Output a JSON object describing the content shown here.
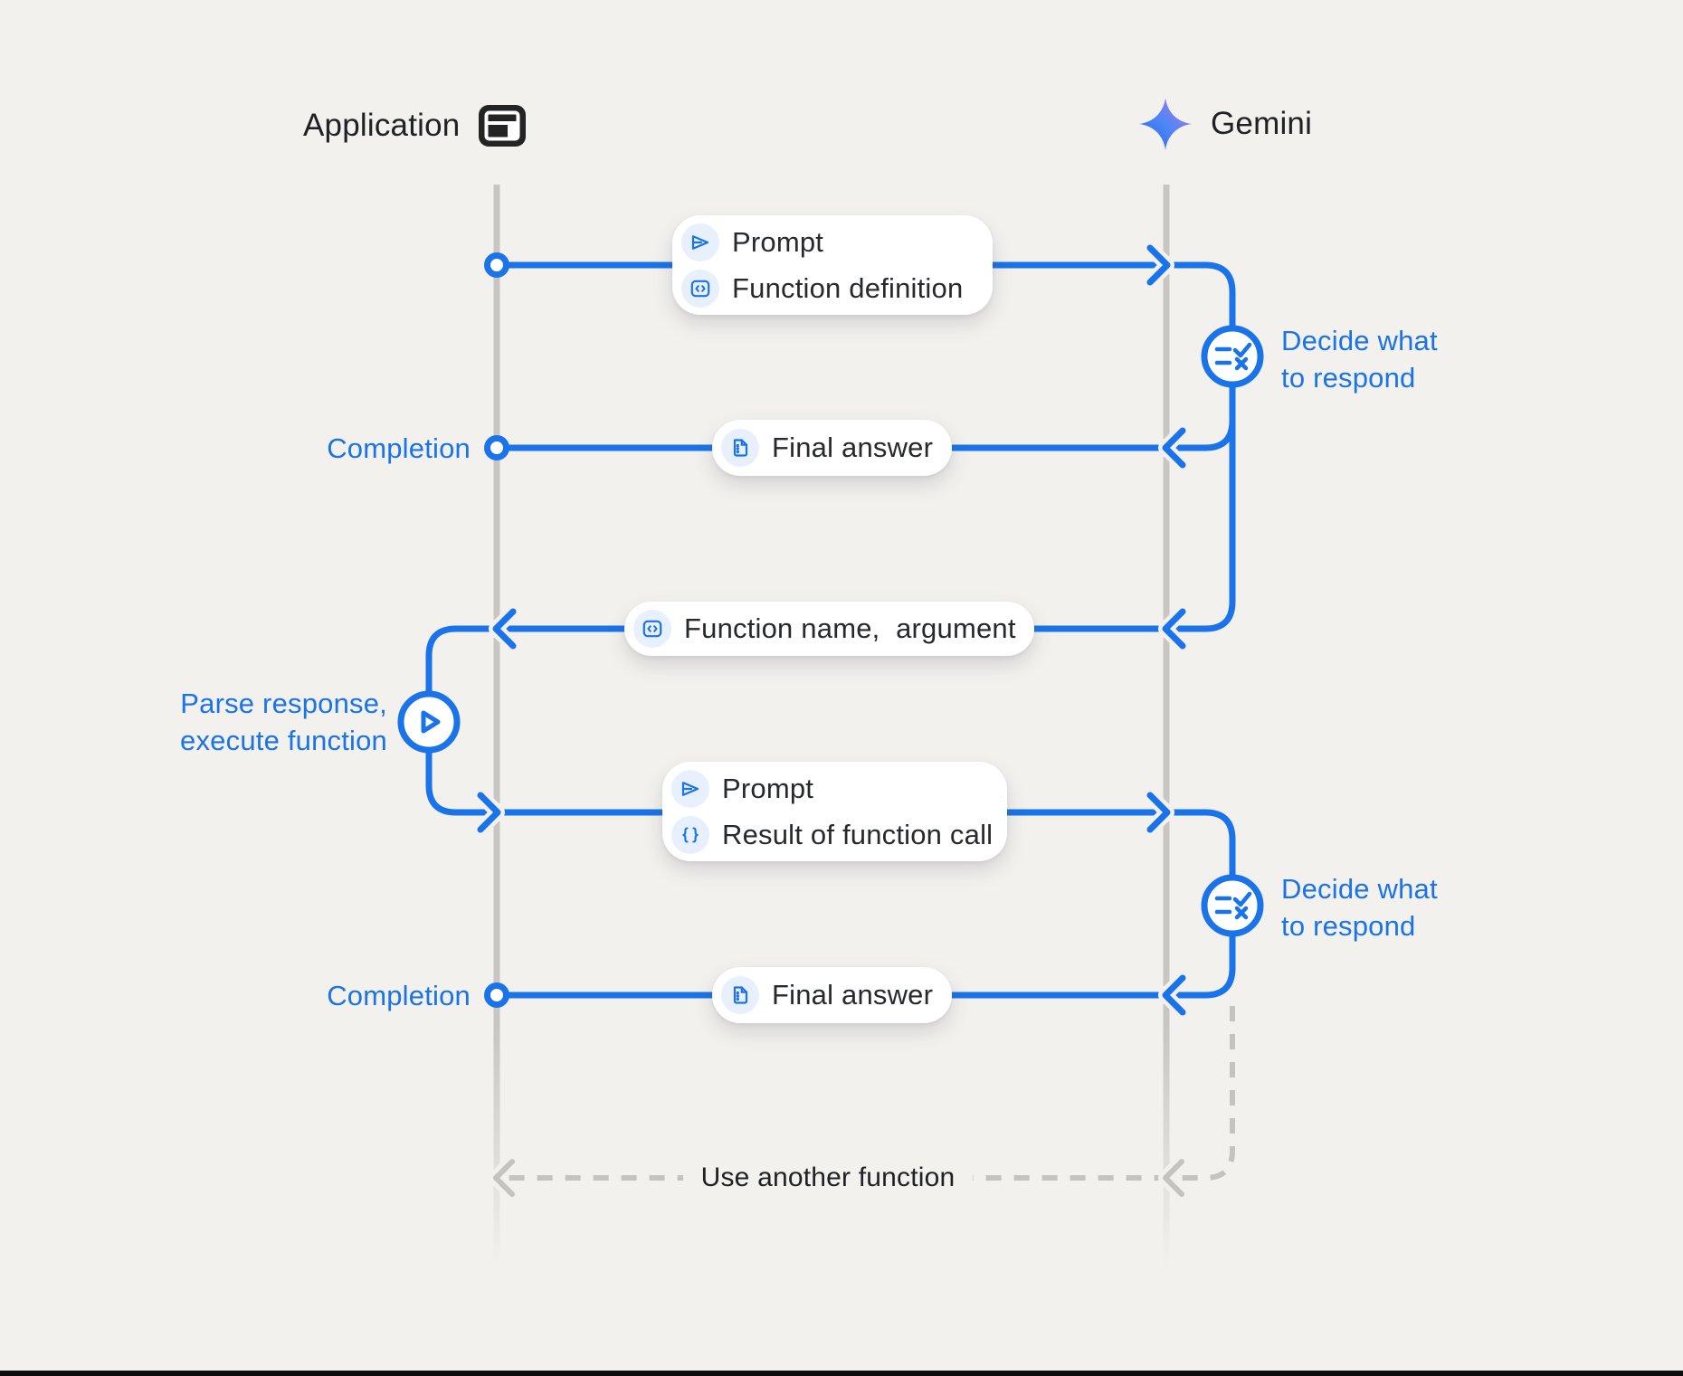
{
  "actors": {
    "application": {
      "label": "Application",
      "icon": "app-window-icon"
    },
    "gemini": {
      "label": "Gemini",
      "icon": "gemini-sparkle-icon"
    }
  },
  "messages": {
    "prompt_definition": {
      "rows": [
        {
          "icon": "send-icon",
          "label": "Prompt"
        },
        {
          "icon": "code-icon",
          "label": "Function definition"
        }
      ]
    },
    "final_answer_1": {
      "rows": [
        {
          "icon": "document-icon",
          "label": "Final answer"
        }
      ]
    },
    "function_name": {
      "rows": [
        {
          "icon": "code-icon",
          "label": "Function name,  argument"
        }
      ]
    },
    "prompt_result": {
      "rows": [
        {
          "icon": "send-icon",
          "label": "Prompt"
        },
        {
          "icon": "braces-icon",
          "label": "Result of function call"
        }
      ]
    },
    "final_answer_2": {
      "rows": [
        {
          "icon": "document-icon",
          "label": "Final answer"
        }
      ]
    }
  },
  "annotations": {
    "completion_1": "Completion",
    "completion_2": "Completion",
    "decide_1": {
      "line1": "Decide what",
      "line2": "to respond"
    },
    "decide_2": {
      "line1": "Decide what",
      "line2": "to respond"
    },
    "parse": {
      "line1": "Parse response,",
      "line2": "execute function"
    },
    "use_another": "Use another function"
  },
  "colors": {
    "line_blue": "#1a73e8",
    "icon_chip_bg": "#e8f0fe",
    "lifeline_gray": "#c9c6c2",
    "background": "#f2f1ee",
    "text_dark": "#202124",
    "gemini_gradient_start": "#2f6df0",
    "gemini_gradient_end": "#a57ae6",
    "bottom_bar": "#0d0d0d"
  }
}
